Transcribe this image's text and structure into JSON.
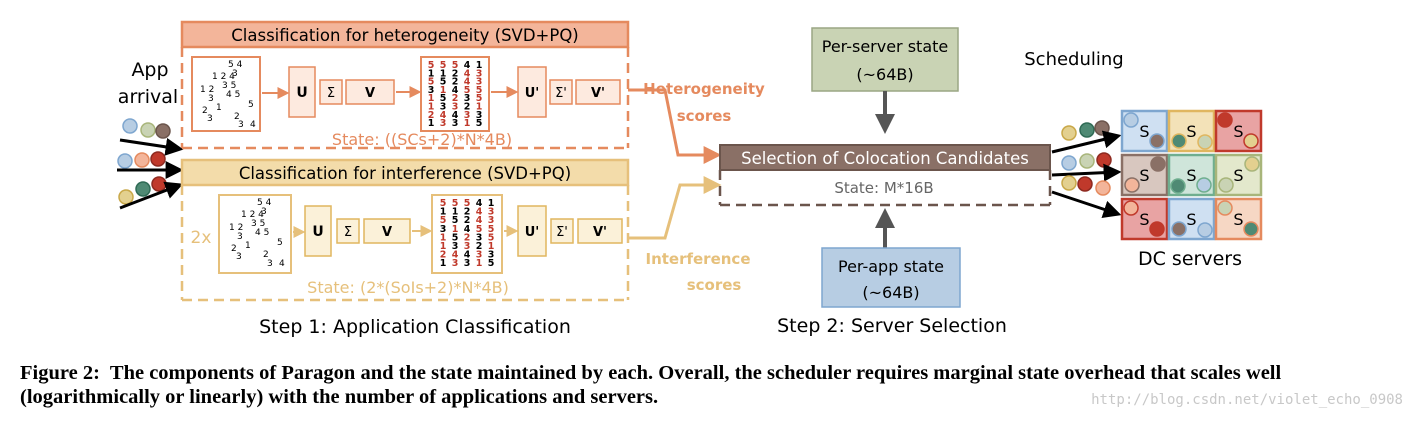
{
  "colors": {
    "heterogeneity": "#e58a5e",
    "heterogeneity_fill": "#f3b59a",
    "interference": "#e6c07b",
    "interference_fill": "#f3dcaa",
    "selection_fill": "#8a7066",
    "server_state_fill": "#c9d3b4",
    "app_state_fill": "#b7cde3",
    "red_number": "#c0392b",
    "grid_orange": "#e58a5e",
    "grid_yellow": "#e0b65f"
  },
  "app_arrival": {
    "line1": "App",
    "line2": "arrival"
  },
  "step1": {
    "heterogeneity": {
      "title": "Classification for heterogeneity (SVD+PQ)",
      "state": "State: ((SCs+2)*N*4B)",
      "scores_line1": "Heterogeneity",
      "scores_line2": "scores"
    },
    "interference": {
      "title": "Classification for interference (SVD+PQ)",
      "state": "State: (2*(SoIs+2)*N*4B)",
      "scores_line1": "Interference",
      "scores_line2": "scores",
      "multiplier": "2x"
    },
    "svd_labels": {
      "u": "U",
      "sigma": "Σ",
      "v": "V",
      "u2": "U'",
      "sigma2": "Σ'",
      "v2": "V'"
    },
    "sparse_matrix": [
      {
        "text": "5 4"
      },
      {
        "text": "3"
      },
      {
        "text": "1 2  4"
      },
      {
        "text": "3  5"
      },
      {
        "text": "1 2"
      },
      {
        "text": "3"
      },
      {
        "text": "4   5"
      },
      {
        "text": "5"
      },
      {
        "text": "1"
      },
      {
        "text": "2"
      },
      {
        "text": "3"
      },
      {
        "text": "2"
      },
      {
        "text": "3"
      },
      {
        "text": "4"
      }
    ],
    "dense_matrix": {
      "rows": [
        [
          "5",
          "5",
          "5",
          "4",
          "1"
        ],
        [
          "1",
          "1",
          "2",
          "4",
          "3"
        ],
        [
          "5",
          "5",
          "2",
          "4",
          "3"
        ],
        [
          "3",
          "1",
          "4",
          "5",
          "5"
        ],
        [
          "1",
          "5",
          "2",
          "3",
          "5"
        ],
        [
          "1",
          "3",
          "3",
          "2",
          "1"
        ],
        [
          "2",
          "4",
          "4",
          "3",
          "3"
        ],
        [
          "1",
          "3",
          "3",
          "1",
          "5"
        ]
      ],
      "red_cells": [
        [
          0,
          0
        ],
        [
          0,
          1
        ],
        [
          0,
          2
        ],
        [
          1,
          3
        ],
        [
          1,
          4
        ],
        [
          2,
          0
        ],
        [
          2,
          3
        ],
        [
          2,
          4
        ],
        [
          3,
          1
        ],
        [
          3,
          3
        ],
        [
          3,
          4
        ],
        [
          4,
          0
        ],
        [
          4,
          2
        ],
        [
          4,
          4
        ],
        [
          5,
          0
        ],
        [
          5,
          2
        ],
        [
          5,
          4
        ],
        [
          6,
          0
        ],
        [
          6,
          1
        ],
        [
          6,
          3
        ],
        [
          7,
          1
        ],
        [
          7,
          3
        ]
      ]
    },
    "label": "Step 1: Application Classification"
  },
  "step2": {
    "per_server": {
      "line1": "Per-server state",
      "line2": "(~64B)"
    },
    "per_app": {
      "line1": "Per-app state",
      "line2": "(~64B)"
    },
    "selection": {
      "title": "Selection of Colocation Candidates",
      "state": "State: M*16B"
    },
    "label": "Step 2: Server Selection"
  },
  "scheduling_label": "Scheduling",
  "servers": {
    "label": "DC servers",
    "server_label": "S",
    "cells": [
      {
        "fill": "#cfe0f2",
        "stroke": "#7ea6cf"
      },
      {
        "fill": "#f3e2b8",
        "stroke": "#e0b65f"
      },
      {
        "fill": "#e8a3a3",
        "stroke": "#c0392b"
      },
      {
        "fill": "#d8c7bf",
        "stroke": "#8a7066"
      },
      {
        "fill": "#cfe5da",
        "stroke": "#6fae8f"
      },
      {
        "fill": "#e3e8cc",
        "stroke": "#a8b57a"
      },
      {
        "fill": "#e8a3a3",
        "stroke": "#c0392b"
      },
      {
        "fill": "#cfe0f2",
        "stroke": "#7ea6cf"
      },
      {
        "fill": "#f6d7c4",
        "stroke": "#e58a5e"
      }
    ]
  },
  "caption": {
    "number": "Figure 2:",
    "text": "The components of Paragon and the state maintained by each. Overall, the scheduler requires marginal state overhead that scales well (logarithmically or linearly) with the number of applications and servers."
  },
  "watermark": "http://blog.csdn.net/violet_echo_0908"
}
